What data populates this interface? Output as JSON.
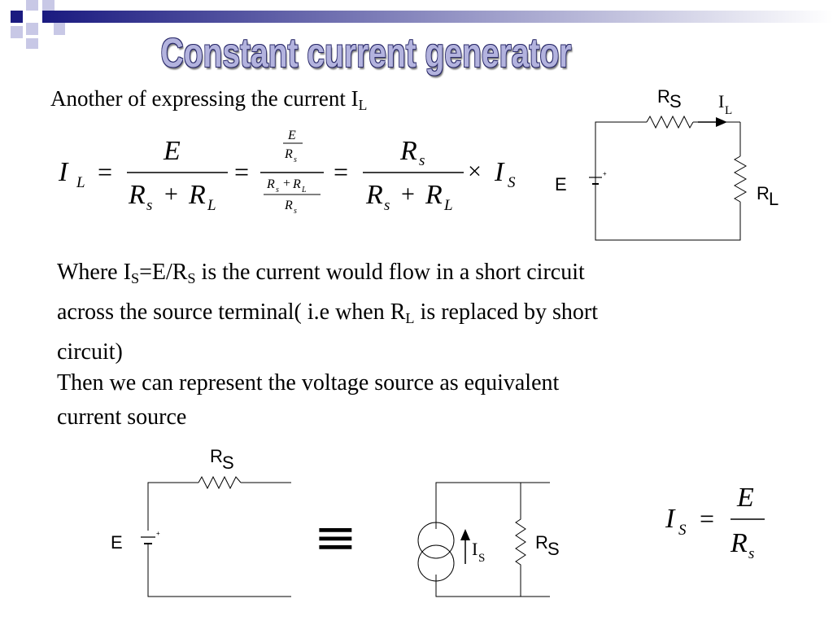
{
  "slide": {
    "title": "Constant current generator",
    "intro": {
      "text": "Another of expressing the current I",
      "sub": "L"
    },
    "paragraph1": {
      "t1": "Where I",
      "s1": "S",
      "t2": "=E/R",
      "s2": "S",
      "t3": " is the current would flow in a short circuit",
      "t4": "across the source terminal( i.e when R",
      "s3": "L",
      "t5": " is replaced by short",
      "t6": "circuit)"
    },
    "paragraph2": {
      "line1": "Then we can represent the voltage source as equivalent",
      "line2": "current source"
    }
  },
  "equation1": {
    "lhs": "I",
    "lhs_sub": "L",
    "eq": "=",
    "times": "×",
    "num1": "E",
    "den1_a": "R",
    "den1_a_sub": "s",
    "plus": "+",
    "den1_b": "R",
    "den1_b_sub": "L",
    "small_e": "E",
    "small_r": "R",
    "small_r_sub": "s",
    "small_rl": "R",
    "small_rl_sub": "L",
    "num3": "R",
    "num3_sub": "s",
    "is": "I",
    "is_sub": "S"
  },
  "circuit_top": {
    "source": "E",
    "rs": "R",
    "rs_sub": "S",
    "il": "I",
    "il_sub": "L",
    "rl": "R",
    "rl_sub": "L",
    "plus": "+"
  },
  "circuit_bottom_left": {
    "source": "E",
    "rs": "R",
    "rs_sub": "S",
    "plus": "+"
  },
  "equivalence_symbol": "≡",
  "circuit_bottom_right": {
    "is": "I",
    "is_sub": "S",
    "rs": "R",
    "rs_sub": "S"
  },
  "equation2": {
    "lhs": "I",
    "lhs_sub": "S",
    "eq": "=",
    "num": "E",
    "den": "R",
    "den_sub": "s"
  },
  "colors": {
    "title_fill": "#b3b3de",
    "title_outline": "#2a2a6a",
    "accent_dark": "#1a1a80",
    "accent_light": "#c8c8e6"
  }
}
